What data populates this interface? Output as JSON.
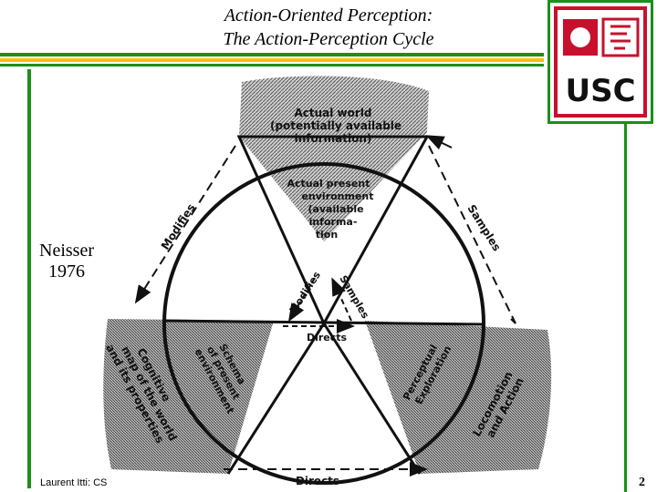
{
  "slide": {
    "title_line1": "Action-Oriented Perception:",
    "title_line2": "The Action-Perception Cycle",
    "side_label_line1": "Neisser",
    "side_label_line2": "1976",
    "footer_author": "Laurent Itti: CS",
    "page_number": "2",
    "logo_text": "USC"
  },
  "colors": {
    "accent_green": "#1a8f1a",
    "accent_yellow": "#f2c200",
    "logo_red": "#c8102e"
  },
  "diagram": {
    "top_region": [
      "Actual world",
      "(potentially available",
      "information)"
    ],
    "center_top": [
      "Actual present",
      "environment",
      "(available",
      "informa-",
      "tion"
    ],
    "center_left": [
      "Schema",
      "of present",
      "environment"
    ],
    "center_right": [
      "Perceptual",
      "Exploration"
    ],
    "outer_left": [
      "Cognitive",
      "map of the world",
      "and its properties"
    ],
    "outer_right": [
      "Locomotion",
      "and Action"
    ],
    "arrow_modifies_outer": "Modifies",
    "arrow_samples_outer": "Samples",
    "arrow_modifies_inner": "Modifies",
    "arrow_samples_inner": "Samples",
    "arrow_directs_inner": "Directs",
    "arrow_directs_outer": "Directs"
  }
}
